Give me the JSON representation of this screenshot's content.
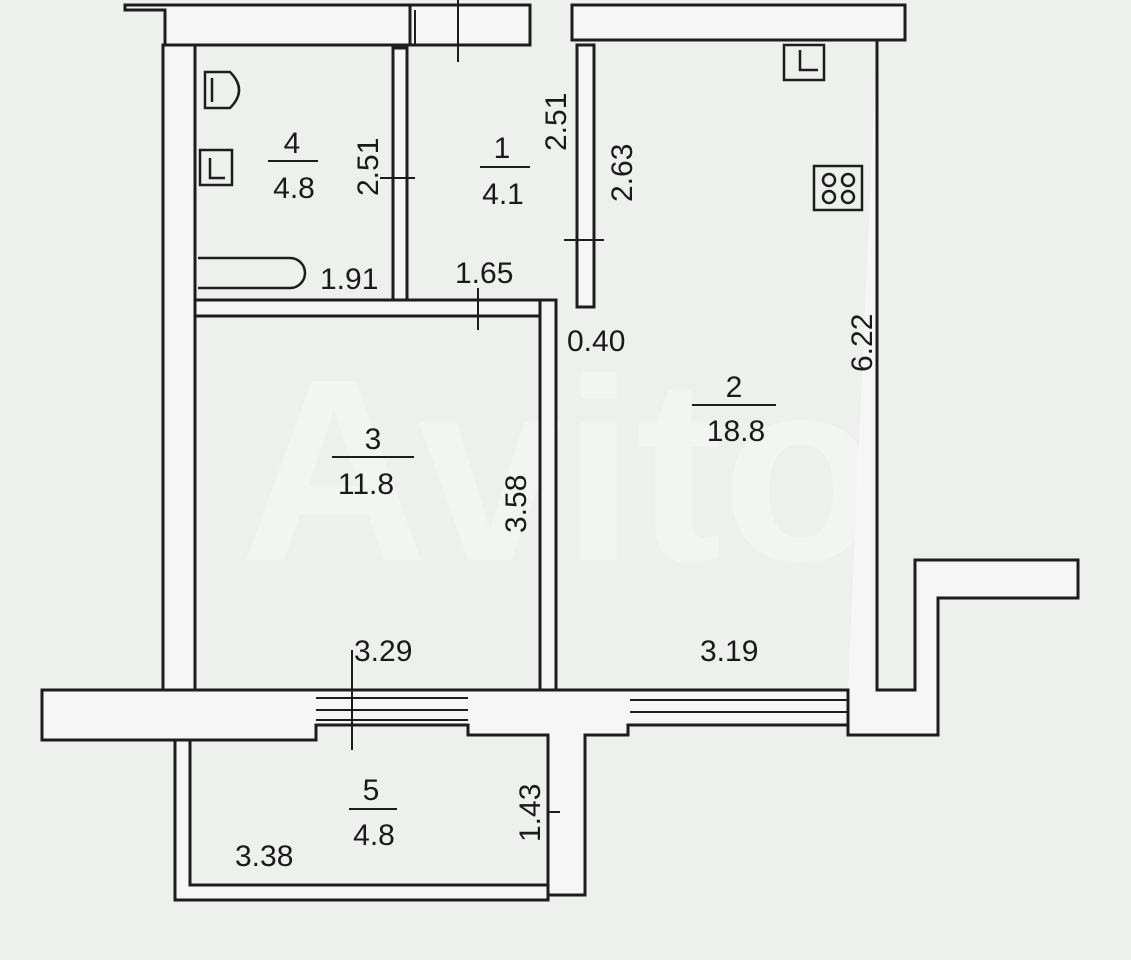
{
  "watermark": "Avito",
  "rooms": [
    {
      "number": "4",
      "area": "4.8"
    },
    {
      "number": "1",
      "area": "4.1"
    },
    {
      "number": "2",
      "area": "18.8"
    },
    {
      "number": "3",
      "area": "11.8"
    },
    {
      "number": "5",
      "area": "4.8"
    }
  ],
  "dimensions": {
    "bath_height": "2.51",
    "bath_width": "1.91",
    "hall_height": "2.51",
    "hall_width": "1.65",
    "kitchen_upper_height": "2.63",
    "kitchen_offset": "0.40",
    "kitchen_height": "6.22",
    "kitchen_width": "3.19",
    "room_height": "3.58",
    "room_width": "3.29",
    "balcony_width": "3.38",
    "balcony_height": "1.43"
  },
  "colors": {
    "wall": "#f6f6f6",
    "line": "#1d1d1d",
    "background": "#eef0ee"
  }
}
